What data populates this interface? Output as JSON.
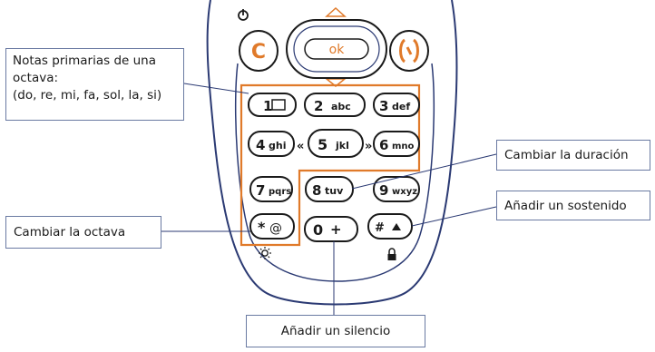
{
  "annotations": {
    "notes_line1": "Notas primarias de una",
    "notes_line2": "octava:",
    "notes_line3": "(do, re, mi, fa, sol, la, si)",
    "change_duration": "Cambiar la duración",
    "add_sharp": "Añadir un sostenido",
    "change_octave": "Cambiar la octava",
    "add_rest": "Añadir un silencio"
  },
  "keypad": {
    "ok_label": "ok",
    "clear_key": "C",
    "power_icon": "power-icon",
    "wap_key_icon": "wap-bracket-icon",
    "keys": [
      {
        "digit": "1",
        "letters": ""
      },
      {
        "digit": "2",
        "letters": "abc"
      },
      {
        "digit": "3",
        "letters": "def"
      },
      {
        "digit": "4",
        "letters": "ghi"
      },
      {
        "digit": "5",
        "letters": "jkl"
      },
      {
        "digit": "6",
        "letters": "mno"
      },
      {
        "digit": "7",
        "letters": "pqrs"
      },
      {
        "digit": "8",
        "letters": "tuv"
      },
      {
        "digit": "9",
        "letters": "wxyz"
      },
      {
        "digit": "*",
        "letters": "@"
      },
      {
        "digit": "0",
        "letters": "+"
      },
      {
        "digit": "#",
        "letters": ""
      }
    ]
  },
  "colors": {
    "highlight": "#e07a2a",
    "outline": "#2b3a73",
    "callout_border": "#6a7aa2"
  }
}
